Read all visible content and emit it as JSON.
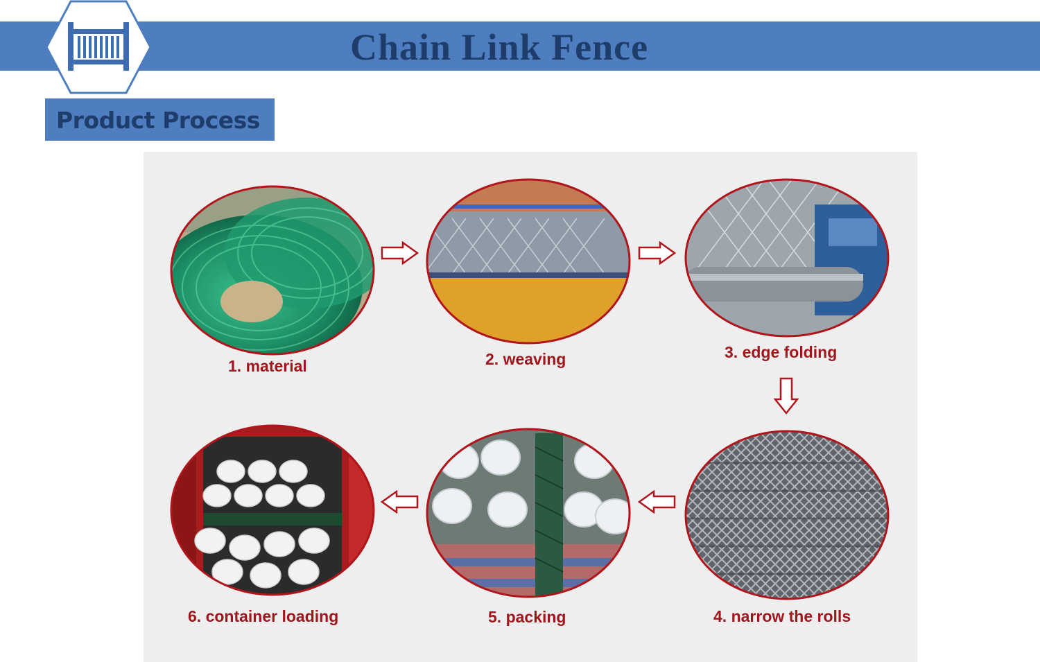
{
  "header": {
    "title": "Chain Link Fence",
    "logo_icon": "fence-icon",
    "brand_color": "#4e7ec0",
    "title_color": "#1f3d6a"
  },
  "section": {
    "tag": "Product Process"
  },
  "process": {
    "label_color": "#a0161d",
    "steps": [
      {
        "label": "1. material",
        "photo": "green-wire-coils"
      },
      {
        "label": "2. weaving",
        "photo": "weaving-machine"
      },
      {
        "label": "3. edge folding",
        "photo": "edge-folding-machine"
      },
      {
        "label": "4. narrow the rolls",
        "photo": "mesh-rolls"
      },
      {
        "label": "5. packing",
        "photo": "wrapped-rolls"
      },
      {
        "label": "6. container loading",
        "photo": "loaded-container"
      }
    ]
  }
}
